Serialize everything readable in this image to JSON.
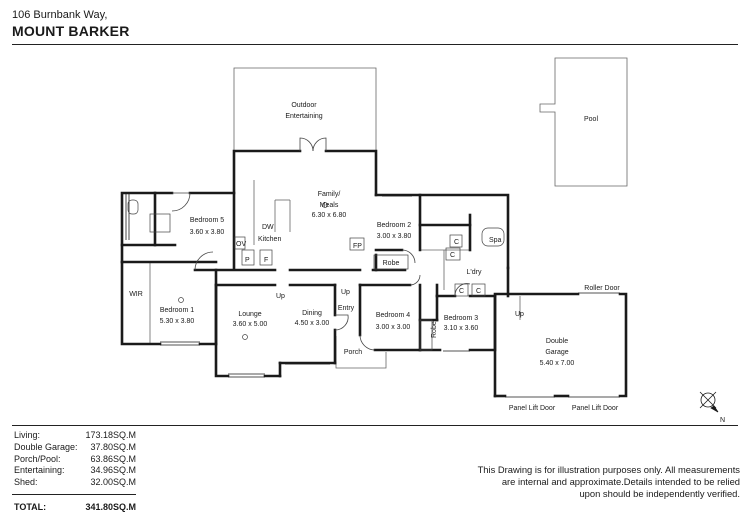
{
  "header": {
    "address": "106 Burnbank Way,",
    "suburb": "MOUNT BARKER"
  },
  "rooms": {
    "outdoor": "Outdoor",
    "entertaining": "Entertaining",
    "pool": "Pool",
    "family": "Family/",
    "meals": "Meals",
    "family_dim": "6.30 x 6.80",
    "bedroom5": "Bedroom 5",
    "bedroom5_dim": "3.60 x 3.80",
    "dw": "DW",
    "kitchen": "Kitchen",
    "ov": "OV",
    "p": "P",
    "f": "F",
    "fp": "FP",
    "bedroom2": "Bedroom 2",
    "bedroom2_dim": "3.00 x 3.80",
    "robe": "Robe",
    "spa": "Spa",
    "c": "C",
    "ldry": "L'dry",
    "wir": "WIR",
    "bedroom1": "Bedroom 1",
    "bedroom1_dim": "5.30 x 3.80",
    "up": "Up",
    "lounge": "Lounge",
    "lounge_dim": "3.60 x 5.00",
    "dining": "Dining",
    "dining_dim": "4.50 x 3.00",
    "entry": "Entry",
    "porch": "Porch",
    "bedroom4": "Bedroom 4",
    "bedroom4_dim": "3.00 x 3.00",
    "bedroom3": "Bedroom 3",
    "bedroom3_dim": "3.10 x 3.60",
    "roller_door": "Roller Door",
    "double": "Double",
    "garage": "Garage",
    "garage_dim": "5.40 x 7.00",
    "panel_lift_door": "Panel Lift Door",
    "north": "N"
  },
  "areas": [
    {
      "label": "Living:",
      "value": "173.18SQ.M"
    },
    {
      "label": "Double Garage:",
      "value": "37.80SQ.M"
    },
    {
      "label": "Porch/Pool:",
      "value": "63.86SQ.M"
    },
    {
      "label": "Entertaining:",
      "value": "34.96SQ.M"
    },
    {
      "label": "Shed:",
      "value": "32.00SQ.M"
    }
  ],
  "total": {
    "label": "TOTAL:",
    "value": "341.80SQ.M"
  },
  "disclaimer": {
    "line1": "This Drawing is for illustration purposes only. All measurements",
    "line2": "are internal and approximate.Details intended to be relied",
    "line3": "upon should be independently verified."
  },
  "colors": {
    "wall": "#1a1a1a",
    "line": "#555555",
    "background": "#ffffff"
  }
}
